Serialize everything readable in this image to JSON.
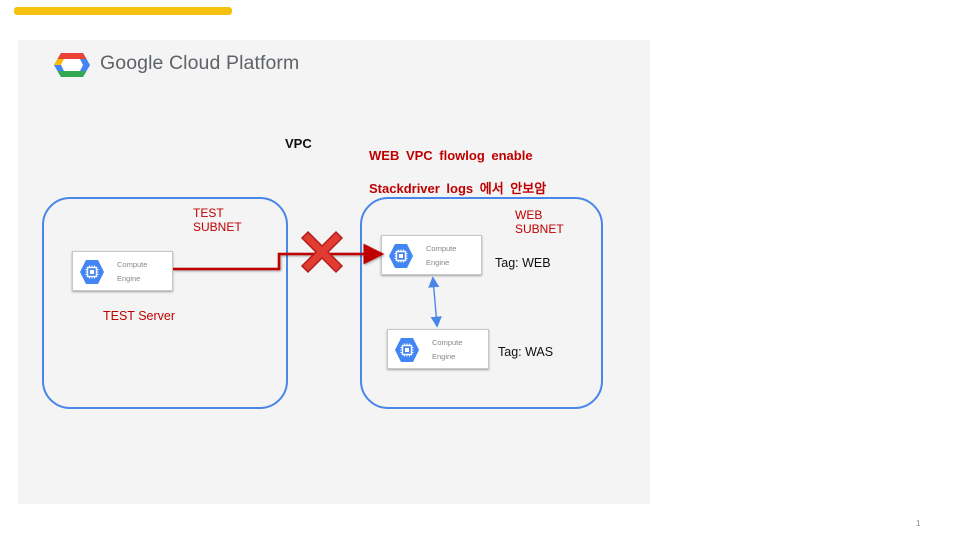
{
  "brand": {
    "logo_text": "Google Cloud Platform"
  },
  "diagram": {
    "vpc_label": "VPC",
    "notes": [
      "WEB VPC flowlog enable",
      "Stackdriver logs 에서 안보암"
    ],
    "subnets": [
      {
        "label": "TEST\nSUBNET"
      },
      {
        "label": "WEB\nSUBNET"
      }
    ],
    "test_server_label": "TEST Server",
    "compute_engine_label": "Compute\nEngine",
    "tags": {
      "web": "Tag: WEB",
      "was": "Tag: WAS"
    },
    "colors": {
      "accent_bar": "#F4C20D",
      "subnet_border": "#4a86e8",
      "blocked": "#c00000",
      "note_text": "#c00000"
    },
    "icons": [
      "gcp-logo-icon",
      "compute-engine-icon",
      "blocked-x-icon",
      "double-arrow-icon"
    ]
  },
  "footer": {
    "page_number": "1"
  }
}
